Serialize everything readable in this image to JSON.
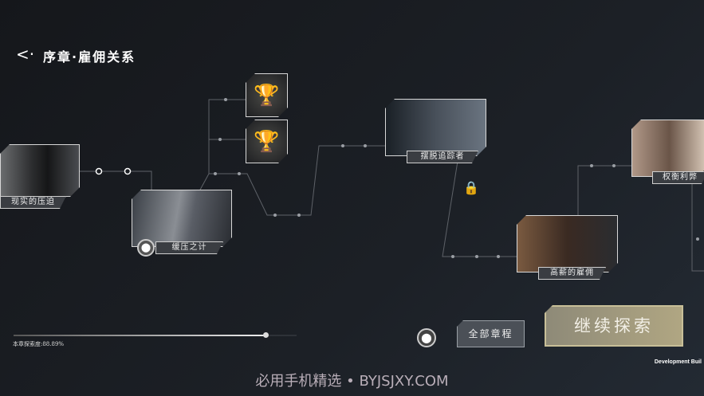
{
  "header": {
    "title": "序章·雇佣关系",
    "back_icon": "back-arrow-icon"
  },
  "nodes": [
    {
      "label": "现实的压迫",
      "type": "story"
    },
    {
      "label": "缓压之计",
      "type": "story",
      "current": true
    },
    {
      "label": "",
      "type": "trophy"
    },
    {
      "label": "",
      "type": "trophy"
    },
    {
      "label": "摆脱追踪者",
      "type": "story"
    },
    {
      "label": "高薪的雇佣",
      "type": "story"
    },
    {
      "label": "权衡利弊",
      "type": "story"
    }
  ],
  "lock_icon": "lock-icon",
  "progress": {
    "text": "本章探索度:88.89%",
    "value": 88.89
  },
  "buttons": {
    "all_chapters": "全部章程",
    "continue": "继续探索"
  },
  "dev_text": "Development Buil",
  "watermark": "必用手机精选 • BYJSJXY.COM",
  "colors": {
    "accent": "#b0a682",
    "line": "#6a6e74"
  }
}
